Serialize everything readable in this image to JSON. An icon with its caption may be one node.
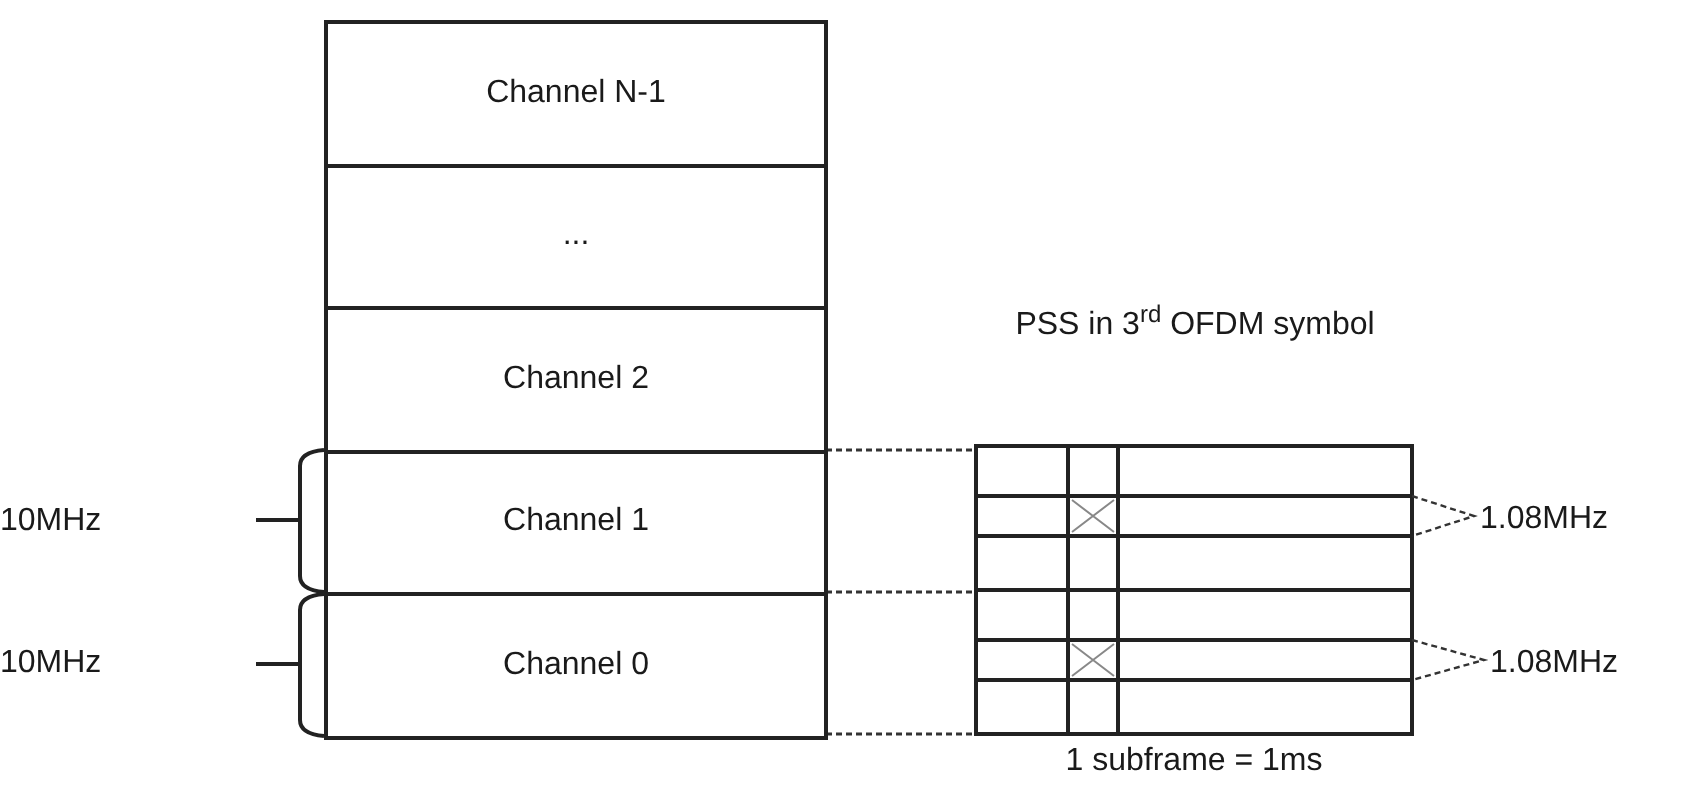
{
  "diagram": {
    "nodes": [
      {
        "text": [
          "Channel N-1"
        ]
      },
      {
        "text": [
          "..."
        ]
      },
      {
        "text": [
          "Channel 2"
        ]
      },
      {
        "text": [
          "Channel 1"
        ]
      },
      {
        "text": [
          "Channel 0"
        ]
      }
    ],
    "labels": [
      "PSS in 3$^{rd}$ OFDM symbol",
      "10MHz",
      "1.08MHz",
      "10MHz",
      "1.08MHz",
      "1 subframe = 1ms"
    ]
  }
}
